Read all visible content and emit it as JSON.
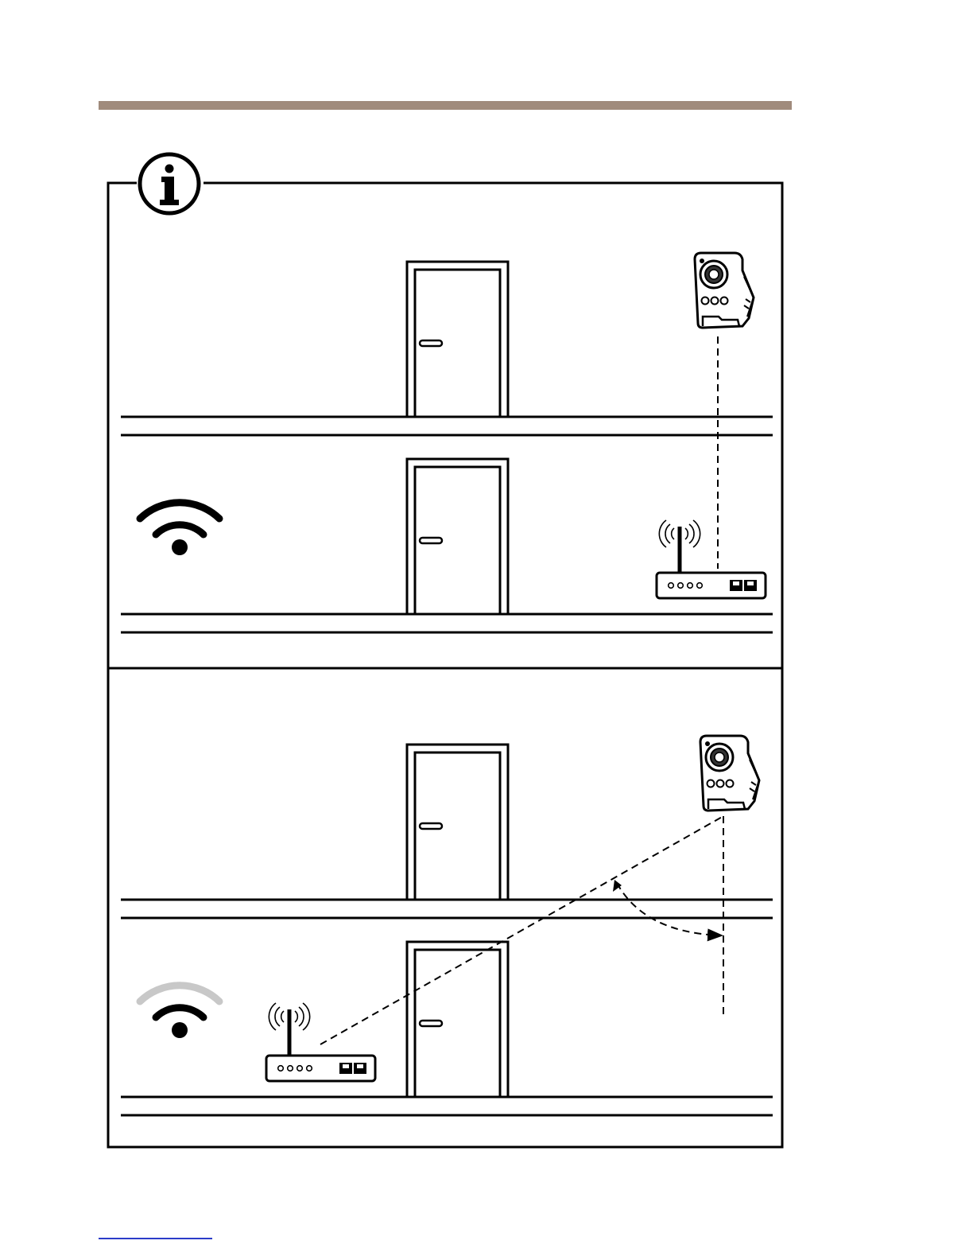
{
  "colors": {
    "header_rule": "#a08b7c",
    "line": "#000000",
    "weak_signal_arc": "#c8c8c8",
    "footer_line": "#2b3cc8"
  },
  "icons": {
    "info": "info-icon",
    "wifi_strong": "wifi-strong-signal-icon",
    "wifi_weak": "wifi-weak-signal-icon",
    "camera": "network-camera-icon",
    "router": "wireless-router-icon",
    "door": "door-icon"
  },
  "scenarios": [
    {
      "name": "router-directly-below-camera",
      "signal_strength": "strong"
    },
    {
      "name": "router-at-angle-to-camera",
      "signal_strength": "weak"
    }
  ]
}
